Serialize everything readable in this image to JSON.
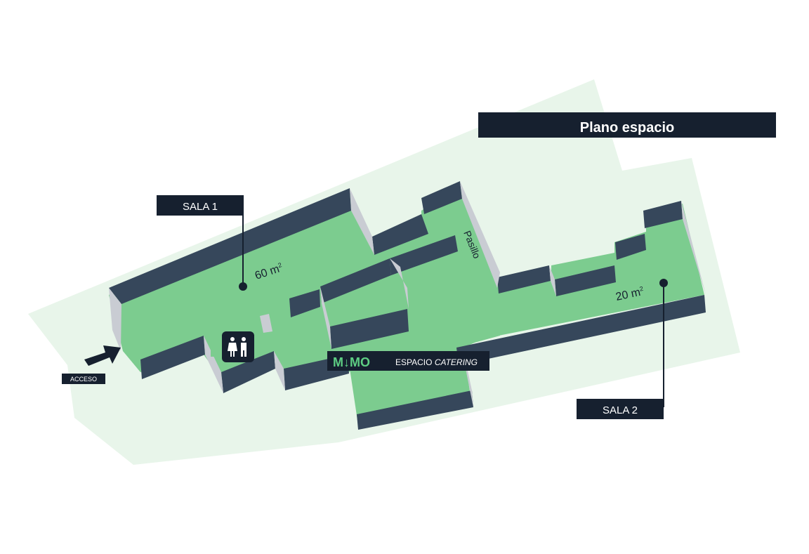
{
  "title": "Plano espacio",
  "labels": {
    "sala1": "SALA 1",
    "sala2": "SALA 2",
    "acceso": "ACCESO",
    "pasillo": "Pasillo",
    "area1": "60 m",
    "area2": "20 m",
    "area_sup": "2",
    "catering_logo": "M↓MO",
    "catering": "ESPACIO",
    "catering_em": "CATERING"
  },
  "icons": {
    "restroom": "restroom-icon",
    "access": "access-arrow-icon",
    "marker": "room-marker-icon"
  },
  "colors": {
    "navy": "#16202f",
    "wall": "#36475b",
    "floor": "#7ccc8f",
    "ground": "#e8f5ea",
    "logo_green": "#5ecf83"
  }
}
